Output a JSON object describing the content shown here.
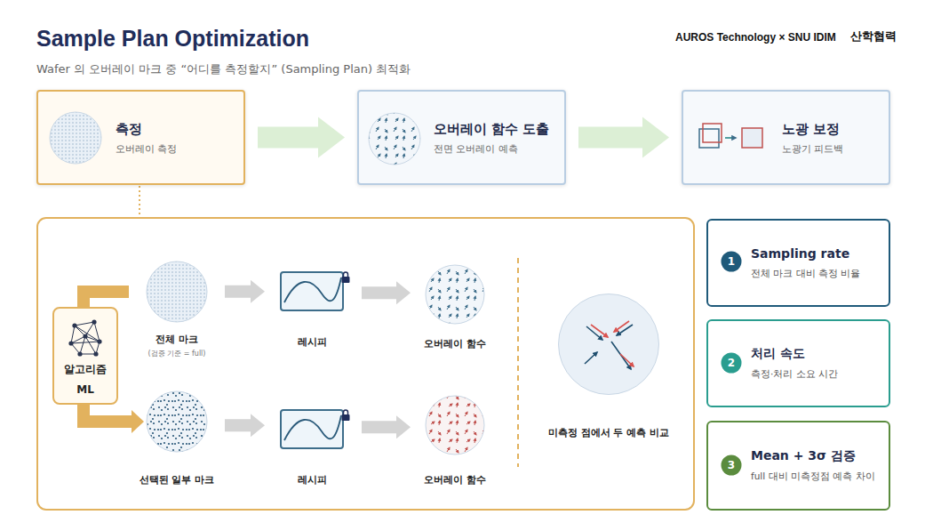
{
  "diagram": {
    "title": "Sample Plan Optimization",
    "caption": "Wafer 의 오버레이 마크 중 “어디를 측정할지” (Sampling Plan) 최적화",
    "nodes": [
      {
        "text": [
          "측정",
          "오버레이 측정"
        ]
      },
      {
        "text": [
          "오버레이 함수 도출",
          "전면 오버레이 예측"
        ]
      },
      {
        "text": [
          "노광 보정",
          "노광기 피드백"
        ]
      },
      {
        "text": [
          "알고리즘",
          "ML"
        ]
      },
      {
        "text": [
          "전체 마크",
          "(검증 기준 = full)"
        ]
      },
      {
        "text": [
          "레시피"
        ]
      },
      {
        "text": [
          "오버레이 함수"
        ]
      },
      {
        "text": [
          "선택된 일부 마크"
        ]
      },
      {
        "text": [
          "레시피"
        ]
      },
      {
        "text": [
          "오버레이 함수"
        ]
      },
      {
        "text": [
          "미측정 점에서 두 예측 비교"
        ]
      },
      {
        "text": [
          "Sampling rate",
          "전체 마크 대비 측정 비율"
        ]
      },
      {
        "text": [
          "1"
        ],
        "in": 11
      },
      {
        "text": [
          "처리 속도",
          "측정·처리 소요 시간"
        ]
      },
      {
        "text": [
          "2"
        ],
        "in": 13
      },
      {
        "text": [
          "Mean + 3σ 검증",
          "full 대비 미측정점 예측 차이"
        ]
      },
      {
        "text": [
          "3"
        ],
        "in": 15
      }
    ],
    "edges": [
      {
        "from": 0,
        "to": 1,
        "arrow": "to"
      },
      {
        "from": 1,
        "to": 2,
        "arrow": "to"
      },
      {
        "from": 3,
        "to": 4,
        "arrow": "none"
      },
      {
        "from": 3,
        "to": 7,
        "arrow": "to"
      },
      {
        "from": 4,
        "to": 5,
        "arrow": "to"
      },
      {
        "from": 5,
        "to": 6,
        "arrow": "to"
      },
      {
        "from": 7,
        "to": 8,
        "arrow": "to"
      },
      {
        "from": 8,
        "to": 9,
        "arrow": "to"
      }
    ],
    "labels": [
      "AUROS Technology × SNU IDIM",
      "산학협력"
    ]
  }
}
